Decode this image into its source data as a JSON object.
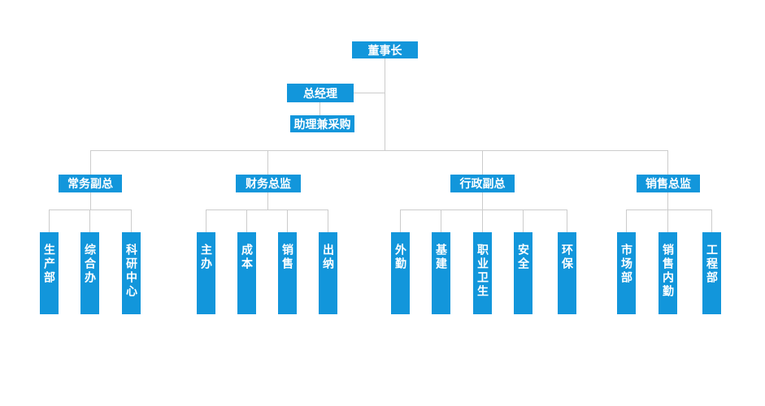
{
  "colors": {
    "node_fill": "#1296db",
    "node_text": "#ffffff",
    "connector": "#cccccc",
    "background": "#ffffff"
  },
  "org_chart": {
    "type": "organization-chart",
    "root": {
      "label": "董事长"
    },
    "general_manager": {
      "label": "总经理"
    },
    "assistant": {
      "label": "助理兼采购"
    },
    "branches": [
      {
        "label": "常务副总",
        "children": [
          {
            "label": "生产部"
          },
          {
            "label": "综合办"
          },
          {
            "label": "科研中心"
          }
        ]
      },
      {
        "label": "财务总监",
        "children": [
          {
            "label": "主办"
          },
          {
            "label": "成本"
          },
          {
            "label": "销售"
          },
          {
            "label": "出纳"
          }
        ]
      },
      {
        "label": "行政副总",
        "children": [
          {
            "label": "外勤"
          },
          {
            "label": "基建"
          },
          {
            "label": "职业卫生"
          },
          {
            "label": "安全"
          },
          {
            "label": "环保"
          }
        ]
      },
      {
        "label": "销售总监",
        "children": [
          {
            "label": "市场部"
          },
          {
            "label": "销售内勤"
          },
          {
            "label": "工程部"
          }
        ]
      }
    ]
  }
}
